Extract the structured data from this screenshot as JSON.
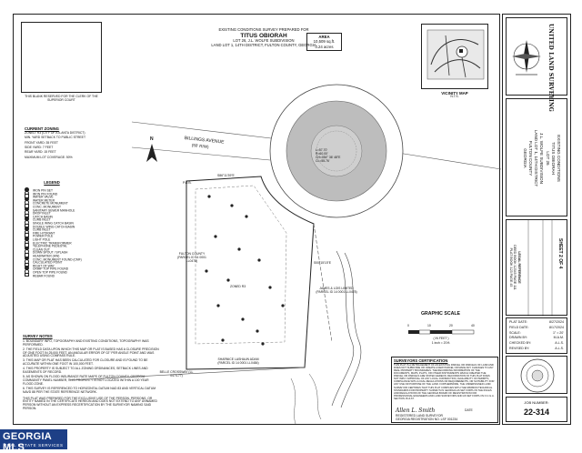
{
  "header": {
    "line1": "EXISTING CONDITIONS SURVEY PREPARED FOR",
    "client": "TITUS OBIORAH",
    "line3": "LOT 26, J.L. WOLFE SUBDIVISION",
    "line4": "LAND LOT 1, 14TH DISTRICT, FULTON COUNTY, GEORGIA"
  },
  "seal_note": "THIS BLANK RESERVED FOR THE CLERK OF THE SUPERIOR COURT",
  "area": {
    "label": "AREA",
    "sqft": "10,509 sq.ft.",
    "acres": "0.24 acres"
  },
  "vicinity": {
    "title": "VICINITY MAP",
    "scale": "N.T.S."
  },
  "current_zoning": {
    "title": "CURRENT ZONING",
    "lines": [
      "ZONED: R3 (CITY OF ATLANTA DISTRICT)",
      "MIN. YARD SETBACK TO PUBLIC STREET",
      "FRONT YARD: 35 FEET",
      "SIDE YARD: 7 FEET",
      "REAR YARD: 15 FEET",
      "MAXIMUM LOT COVERAGE: 50%"
    ]
  },
  "legend": {
    "title": "LEGEND",
    "items": [
      "IRON PIN SET",
      "IRON PIN FOUND",
      "WATER VALVE",
      "WATER METER",
      "CONCRETE MONUMENT",
      "CONC. MONUMENT",
      "SANITARY SEWER MANHOLE",
      "DROP INLET",
      "CATCH BASIN",
      "CURB INLET",
      "SINGLE WING CATCH BASIN",
      "DOUBLE WING CATCH BASIN",
      "CURB INLET",
      "FIRE HYDRANT",
      "POWER POLE",
      "LIGHT POLE",
      "ELECTRIC TRANSFORMER",
      "TELEPHONE PEDESTAL",
      "CLEAN OUT",
      "DOWN SPOUT / SPLASH",
      "HEADWATER (HW)",
      "CONC. MONUMENT FOUND (CMF)",
      "CALCULATED POINT",
      "RIGHT OF WAY",
      "CRIMP TOP PIPE FOUND",
      "OPEN TOP PIPE FOUND",
      "REBAR FOUND"
    ]
  },
  "survey_notes": {
    "title": "SURVEY NOTES",
    "lines": [
      "1. BOUNDARY INFO, TOPOGRAPHY AND EXISTING CONDITIONS, TOPOGRAPHY WAS PERFORMED.",
      "2. THE FIELD DATA UPON WHICH THIS MAP OR PLAT IS BASED HAS A CLOSURE PRECISION OF ONE FOOT IN 25,000 FEET, AN ANGULAR ERROR OF 02\" PER ANGLE POINT AND WAS ADJUSTED USING COMPASS RULE.",
      "3. THIS MAP OR PLAT HAS BEEN CALCULATED FOR CLOSURE AND IS FOUND TO BE ACCURATE WITHIN ONE FOOT IN 100,000 FEET.",
      "4. THIS PROPERTY IS SUBJECT TO ALL ZONING ORDINANCES, SETBACK LINES AND EASEMENTS OF RECORD.",
      "5. AS SHOWN ON FLOOD INSURANCE RATE MAPS OF FULTON COUNTY, GEORGIA COMMUNITY PANEL NUMBER, THIS PROPERTY IS NOT LOCATED WITHIN A 100 YEAR FLOOD ZONE.",
      "6. THIS SURVEY IS REFERENCED TO HORIZONTAL DATUM NAD 83 AND VERTICAL DATUM NAVD 88 PER THE STATE REFERENCE NETWORK."
    ],
    "disclaimer": "THIS PLAT WAS PREPARED FOR THE EXCLUSIVE USE OF THE PERSON, PERSONS, OR ENTITY NAMED IN THE CERTIFICATE HEREON AND DOES NOT EXTEND TO ANY UNNAMED PERSON WITHOUT AN EXPRESS RECERTIFICATION BY THE SURVEYOR NAMING SAID PERSON."
  },
  "plan_labels": {
    "street": "BILLINGS AVENUE",
    "street_rw": "(50' R/W)",
    "curve_data": [
      "L=57.70'",
      "R=60.00'",
      "CH=054° 36' 48\"E",
      "CL=55.76'"
    ],
    "bearing_top": "S86°11'39\"E",
    "bearing_right": "S00°15'15\"E",
    "north_arrow": "N",
    "lot_owner_right": "JAMES & LOIS LIMITED (PARCEL ID 14 0001 LL0478)",
    "lot_owner_left": "FULTON COUNTY (PARCEL ID 14 0001 LL0478)",
    "lot_owner_bottom": "SHARNICE LASHAUN ADAM (PARCEL ID 14 0001 LL0484)",
    "belle_parcel": "BELLE CROSSWAY (LL 0474-77)",
    "pob": "P.O.B.",
    "zoning_note": "ZONED R3"
  },
  "graphic_scale": {
    "title": "GRAPHIC SCALE",
    "ticks": [
      "0",
      "10",
      "20",
      "40"
    ],
    "units": "( IN FEET )",
    "ratio": "1 inch = 20 ft."
  },
  "surveyor_cert": {
    "title": "SURVEYORS CERTIFICATION",
    "body": "THIS PLAT IS A RETRACEMENT OF AN EXISTING PARCEL OR PARCELS OF LAND AND DOES NOT SUBDIVIDE OR CREATE A NEW PARCEL OR MAKE ANY CHANGES TO ANY REAL PROPERTY BOUNDARIES. THE RECORDING INFORMATION OF THE DOCUMENTS, MAPS, PLATS, OR OTHER INSTRUMENTS WHICH CREATED THE PARCEL OR PARCELS ARE STATED HEREON. RECORDATION OF THIS PLAT DOES NOT IMPLY APPROVAL OF ANY LOCAL JURISDICTION, AVAILABILITY OF PERMITS, COMPLIANCE WITH LOCAL REGULATIONS OR REQUIREMENTS, OR SUITABILITY FOR ANY USE OR PURPOSE OF THE LAND. FURTHERMORE, THE UNDERSIGNED LAND SURVEYOR CERTIFIES THAT THIS PLAT COMPLIES WITH THE MINIMUM TECHNICAL STANDARDS FOR PROPERTY SURVEYS IN GEORGIA AS SET FORTH IN THE RULES AND REGULATIONS OF THE GEORGIA BOARD OF REGISTRATION FOR PROFESSIONAL ENGINEERS AND LAND SURVEYORS AND AS SET FORTH IN O.C.G.A. SECTION 15-6-67.",
    "signature": "Allen L. Smith",
    "date_label": "DATE",
    "registered": "REGISTERED LAND SURVEYOR",
    "number": "GEORGIA REGISTRATION NO. LSF 001234"
  },
  "title_block": {
    "firm": "UNITED LAND SURVEYING",
    "project_title": [
      "EXISTING CONDITIONS",
      "TITUS OBIORAH",
      "LOT 26",
      "J.L. WOLFE SUBDIVISION",
      "LAND LOT 1, 14TH DISTRICT",
      "FULTON COUNTY",
      "GEORGIA"
    ],
    "legal_ref_title": "LEGAL REFERENCE",
    "legal_ref_lines": [
      "DEED BOOK 12345 PAGE 111",
      "PLAT BOOK 123 PAGE 45"
    ],
    "sheet": "SHEET 2 OF 4",
    "plat_date_label": "PLAT DATE:",
    "plat_date": "8/27/2024",
    "field_date_label": "FIELD DATE:",
    "field_date": "8/17/2024",
    "scale_label": "SCALE:",
    "scale": "1\" = 20'",
    "drawn_label": "DRAWN BY:",
    "drawn": "M.A.M.",
    "checked_label": "CHECKED BY:",
    "checked": "A.L.S.",
    "revised_label": "REVISED BY:",
    "revised": "A.L.S.",
    "job_label": "JOB NUMBER:",
    "job_number": "22-314"
  },
  "watermark": {
    "line1": "GEORGIA MLS",
    "line2": "REAL ESTATE SERVICES"
  }
}
